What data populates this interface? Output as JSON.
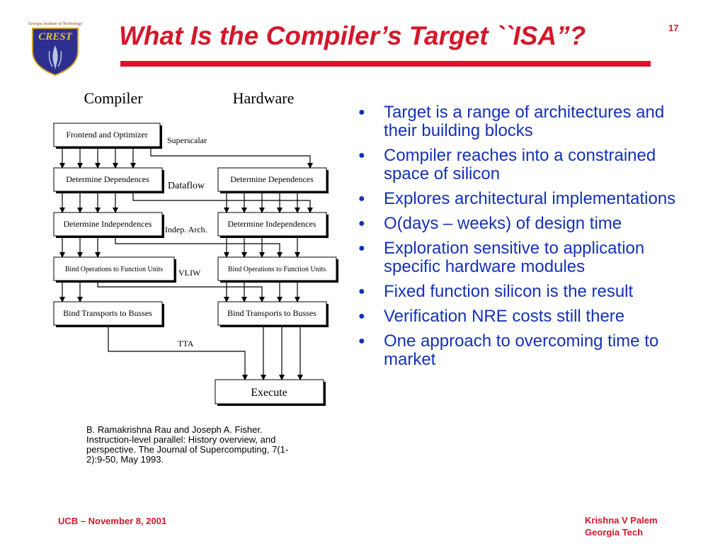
{
  "logo": {
    "top_text": "Georgia Institute of Technology",
    "name": "CREST"
  },
  "slide": {
    "title": "What Is the Compiler’s Target ``ISA”?",
    "number": "17"
  },
  "diagram": {
    "compiler_header": "Compiler",
    "hardware_header": "Hardware",
    "left_boxes": [
      "Frontend and Optimizer",
      "Determine Dependences",
      "Determine Independences",
      "Bind Operations to Function Units",
      "Bind Transports to Busses"
    ],
    "right_boxes": [
      "Determine Dependences",
      "Determine Independences",
      "Bind Operations to Function Units",
      "Bind Transports to Busses"
    ],
    "execute_box": "Execute",
    "labels": {
      "superscalar": "Superscalar",
      "dataflow": "Dataflow",
      "indep": "Indep. Arch.",
      "vliw": "VLIW",
      "tta": "TTA"
    }
  },
  "bullets": [
    "Target is a range of architectures and their building blocks",
    "Compiler reaches into a constrained space of silicon",
    "Explores architectural implementations",
    "O(days – weeks) of design time",
    "Exploration sensitive to application specific hardware modules",
    "Fixed function silicon is the result",
    "Verification NRE costs still there",
    "One approach to overcoming time to market"
  ],
  "citation": "B. Ramakrishna Rau and Joseph A. Fisher. Instruction-level parallel: History overview, and perspective. The Journal of Supercomputing, 7(1-2):9-50, May 1993.",
  "footer": {
    "left": "UCB – November 8, 2001",
    "right_name": "Krishna V Palem",
    "right_org": "Georgia Tech"
  },
  "colors": {
    "title_red": "#d4172a",
    "bullet_blue": "#1531b8"
  }
}
